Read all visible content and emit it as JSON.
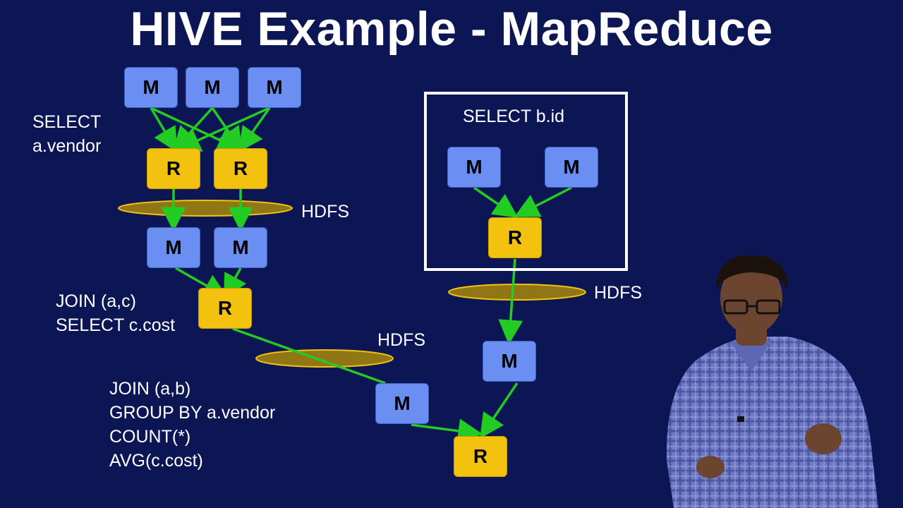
{
  "title": "HIVE Example - MapReduce",
  "labels": {
    "select_vendor": "SELECT\na.vendor",
    "hdfs_1": "HDFS",
    "join_ac": "JOIN (a,c)\nSELECT c.cost",
    "hdfs_2": "HDFS",
    "join_ab": "JOIN (a,b)\nGROUP BY a.vendor\nCOUNT(*)\nAVG(c.cost)",
    "select_bid": "SELECT b.id",
    "hdfs_3": "HDFS"
  },
  "nodes": {
    "map_label": "M",
    "reduce_label": "R"
  },
  "colors": {
    "background": "#0d1654",
    "map": "#6a8ef2",
    "reduce": "#f3c20f",
    "arrow": "#22cc22",
    "hdfs": "#c9a400"
  }
}
